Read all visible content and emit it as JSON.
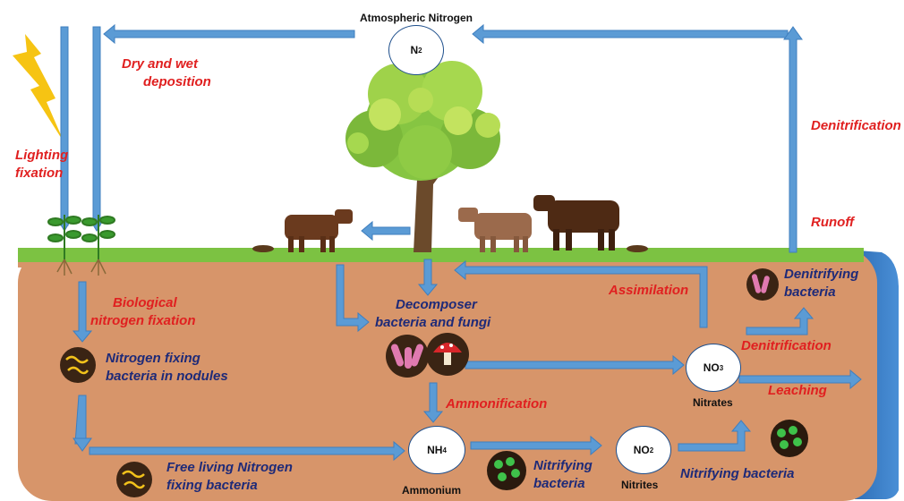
{
  "title": "Atmospheric Nitrogen",
  "nodes": {
    "n2": {
      "label": "N",
      "sub": "2"
    },
    "nh4": {
      "label": "NH",
      "sub": "4",
      "caption": "Ammonium"
    },
    "no2": {
      "label": "NO",
      "sub": "2",
      "caption": "Nitrites"
    },
    "no3": {
      "label": "NO",
      "sub": "3",
      "caption": "Nitrates"
    }
  },
  "processes": {
    "deposition_line1": "Dry and wet",
    "deposition_line2": "deposition",
    "lightning_line1": "Lighting",
    "lightning_line2": "fixation",
    "denitrification_top": "Denitrification",
    "runoff": "Runoff",
    "biological_line1": "Biological",
    "biological_line2": "nitrogen fixation",
    "assimilation": "Assimilation",
    "denitrification_lower": "Denitrification",
    "leaching": "Leaching",
    "ammonification": "Ammonification"
  },
  "organisms": {
    "decomposer_line1": "Decomposer",
    "decomposer_line2": "bacteria and fungi",
    "denitrifying_line1": "Denitrifying",
    "denitrifying_line2": "bacteria",
    "nodule_line1": "Nitrogen fixing",
    "nodule_line2": "bacteria in nodules",
    "freeliving_line1": "Free living Nitrogen",
    "freeliving_line2": "fixing bacteria",
    "nitrifying_line1": "Nitrifying",
    "nitrifying_line2": "bacteria",
    "nitrifying_right": "Nitrifying bacteria"
  },
  "colors": {
    "arrow": "#5b9bd5",
    "arrow_edge": "#3f7fbf",
    "soil": "#d7956a",
    "grass": "#7cc242",
    "water": "#3b7fc8",
    "red_label": "#e02020",
    "navy_label": "#1e2a78"
  },
  "icons": [
    "lightning-icon",
    "tree-icon",
    "cow-icon",
    "plant-icon",
    "bacteria-icon",
    "mushroom-icon"
  ]
}
